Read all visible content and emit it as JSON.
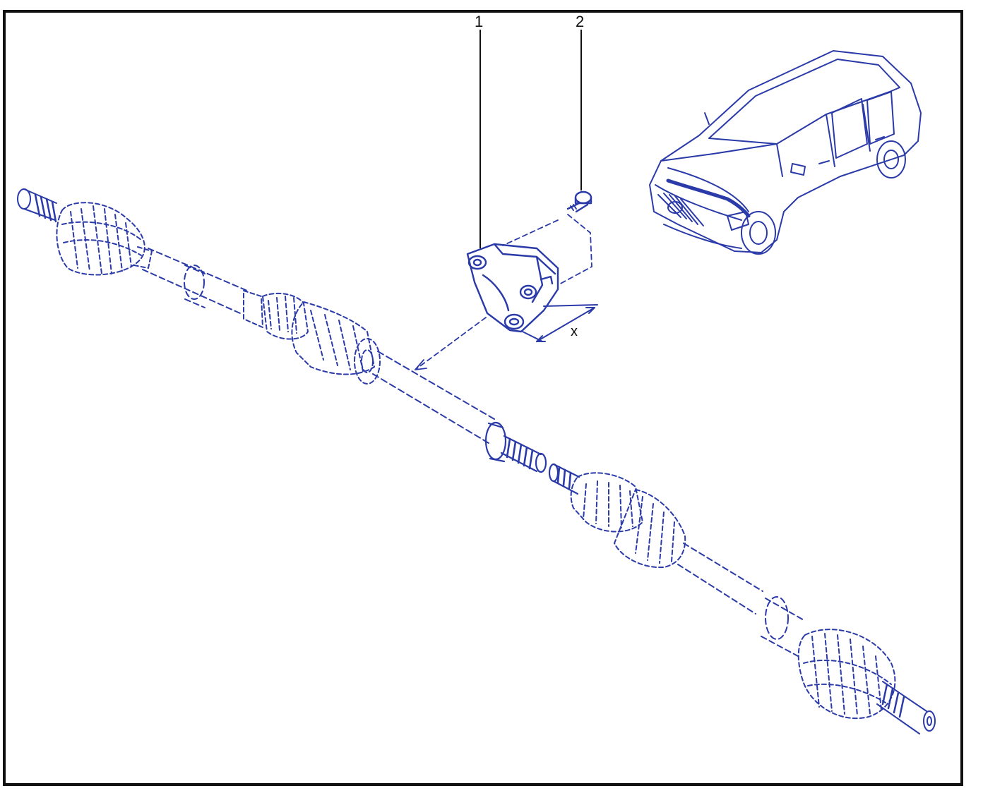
{
  "colors": {
    "ink": "#2a3aa8",
    "frame": "#111111",
    "background": "#ffffff"
  },
  "callouts": [
    {
      "number": "1",
      "part": "bracket"
    },
    {
      "number": "2",
      "part": "bolt"
    }
  ],
  "dimension_label": "x"
}
